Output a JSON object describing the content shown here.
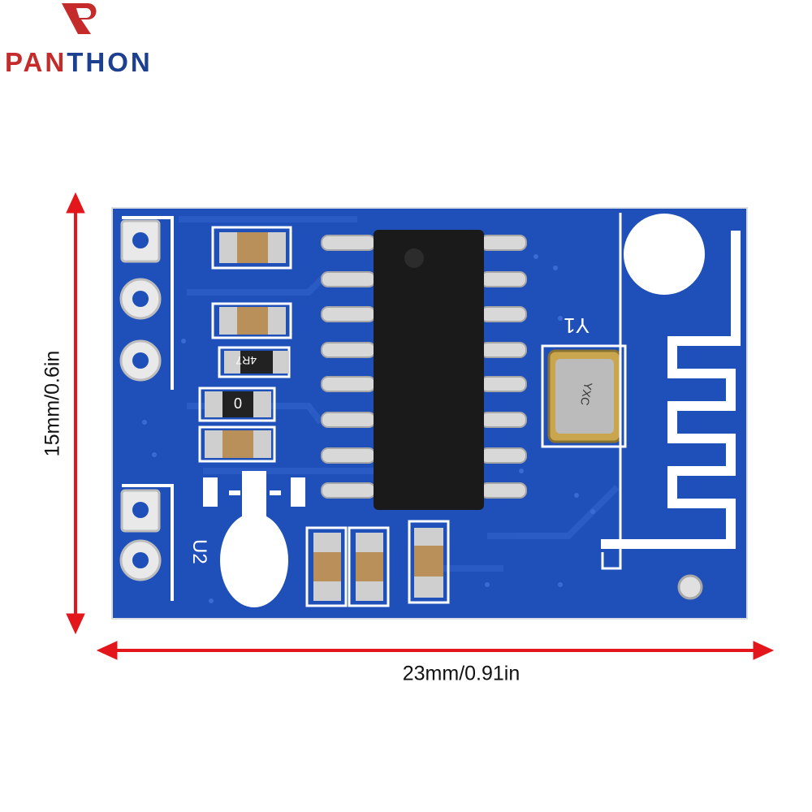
{
  "brand": {
    "name_part1": "PAN",
    "name_part2": "THON",
    "colors": {
      "red": "#c62b2b",
      "blue": "#1d3f8f"
    }
  },
  "board": {
    "silkscreen": {
      "y1": "Y1",
      "u2": "U2",
      "resistor": "4R7",
      "zero": "0",
      "crystal": "YXC"
    },
    "colors": {
      "pcb": "#1f4fb8",
      "mask_dark": "#163f9f",
      "silk": "#ffffff",
      "chip": "#1a1a1a"
    }
  },
  "dimensions": {
    "height": "15mm/0.6in",
    "width": "23mm/0.91in",
    "arrow_color": "#e3161c"
  }
}
